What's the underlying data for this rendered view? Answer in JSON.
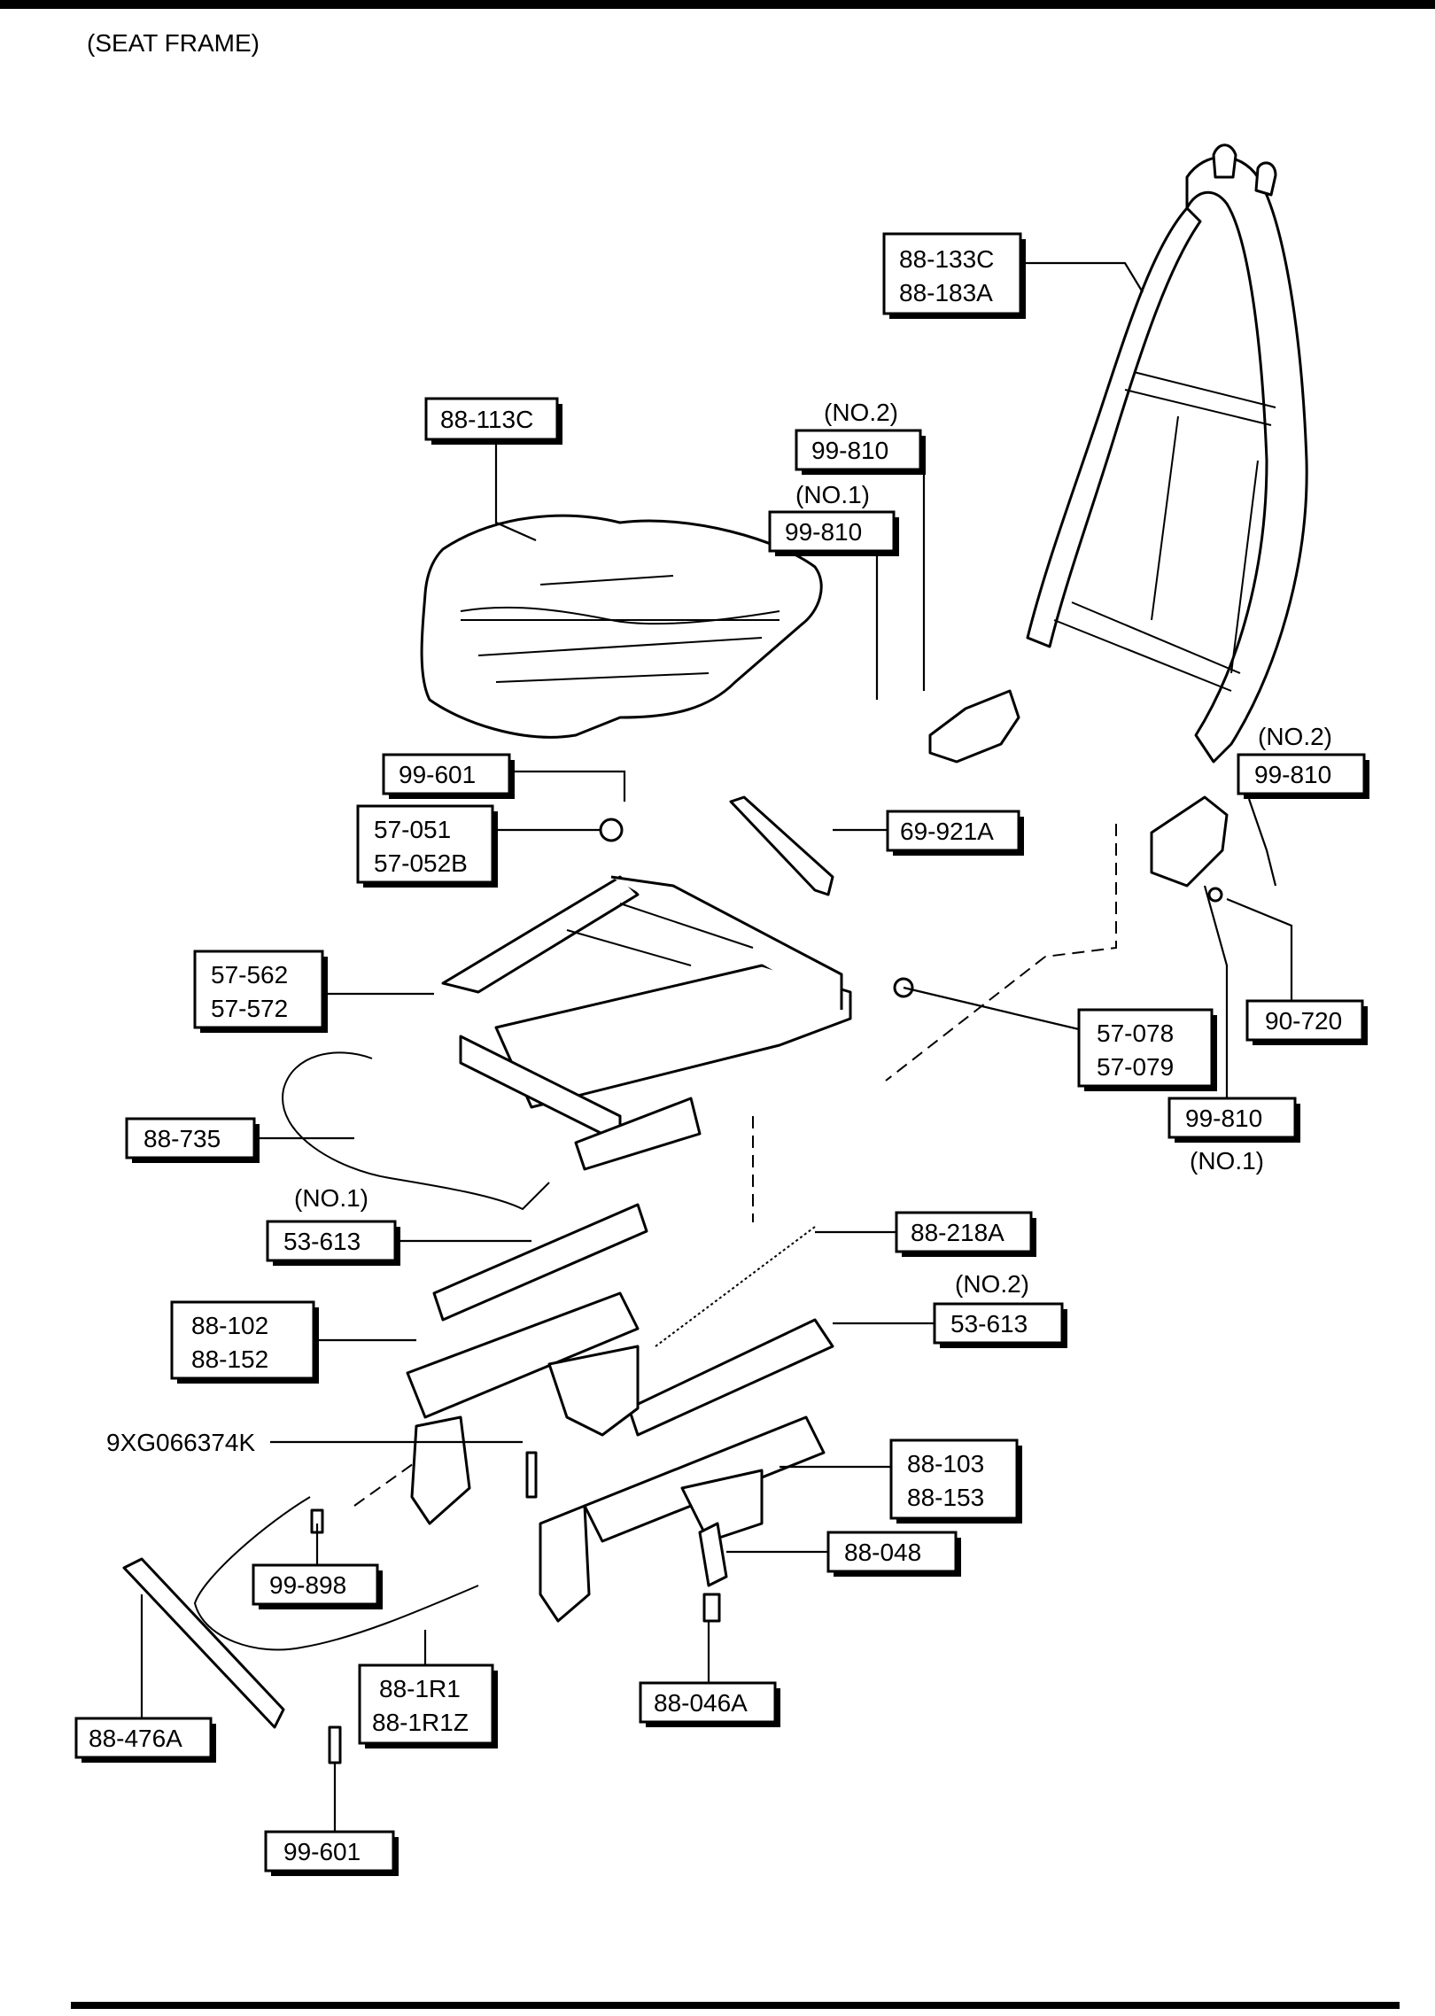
{
  "header": {
    "section_title": "(SEAT FRAME)"
  },
  "callouts": {
    "backrest_frame": [
      "88-133C",
      "88-183A"
    ],
    "cushion_frame": [
      "88-113C"
    ],
    "bolt_no2_top": {
      "note": "(NO.2)",
      "codes": [
        "99-810"
      ]
    },
    "bolt_no1_top": {
      "note": "(NO.1)",
      "codes": [
        "99-810"
      ]
    },
    "bolt_no2_right": {
      "note": "(NO.2)",
      "codes": [
        "99-810"
      ]
    },
    "screw_cushion": [
      "99-601"
    ],
    "knob": [
      "57-051",
      "57-052B"
    ],
    "lever_cover": [
      "69-921A"
    ],
    "nut_right": [
      "90-720"
    ],
    "recliner_frame": [
      "57-562",
      "57-572"
    ],
    "cap": [
      "57-078",
      "57-079"
    ],
    "bolt_no1_right": {
      "note": "(NO.1)",
      "codes": [
        "99-810"
      ]
    },
    "cable": [
      "88-735"
    ],
    "rail_cover_no1": {
      "note": "(NO.1)",
      "codes": [
        "53-613"
      ]
    },
    "spring": [
      "88-218A"
    ],
    "rail_cover_no2": {
      "note": "(NO.2)",
      "codes": [
        "53-613"
      ]
    },
    "adjuster_left": [
      "88-102",
      "88-152"
    ],
    "part_number_text": "9XG066374K",
    "adjuster_right": [
      "88-103",
      "88-153"
    ],
    "clip": [
      "88-048"
    ],
    "screw_lever": [
      "99-898"
    ],
    "lever_rod": [
      "88-1R1",
      "88-1R1Z"
    ],
    "bracket_bolt": [
      "88-046A"
    ],
    "lever_handle": [
      "88-476A"
    ],
    "screw_handle": [
      "99-601"
    ]
  }
}
